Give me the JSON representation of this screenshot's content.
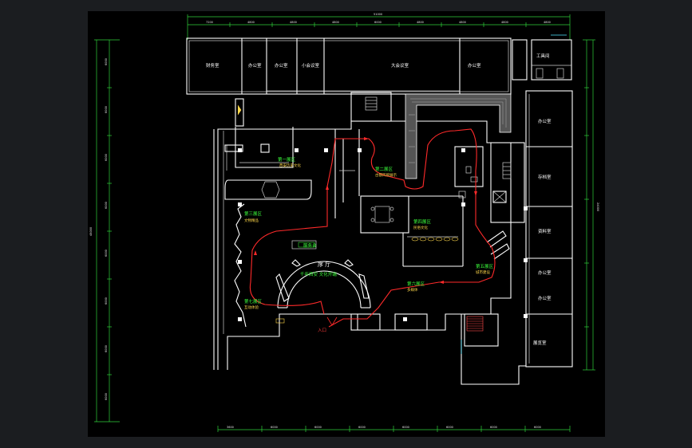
{
  "rooms": [
    {
      "id": "r1",
      "text": "财务室"
    },
    {
      "id": "r2",
      "text": "办公室"
    },
    {
      "id": "r3",
      "text": "办公室"
    },
    {
      "id": "r4",
      "text": "小会议室"
    },
    {
      "id": "r5",
      "text": "大会议室"
    },
    {
      "id": "r6",
      "text": "办公室"
    },
    {
      "id": "r7",
      "text": "工具间"
    },
    {
      "id": "r8",
      "text": "办公室"
    },
    {
      "id": "r9",
      "text": "存档室"
    },
    {
      "id": "r10",
      "text": "资料室"
    },
    {
      "id": "r11",
      "text": "办公室"
    },
    {
      "id": "r12",
      "text": "办公室"
    },
    {
      "id": "r13",
      "text": "展览室"
    }
  ],
  "hall": {
    "title": "序 厅",
    "subtitle": "千年西安  文化开端",
    "desk": "服务台"
  },
  "sections": [
    {
      "id": "s1",
      "title": "第一展区",
      "desc": "西安历史文化"
    },
    {
      "id": "s2",
      "title": "第二展区",
      "desc": "古都风貌展示"
    },
    {
      "id": "s3",
      "title": "第三展区",
      "desc": "文物精品"
    },
    {
      "id": "s4",
      "title": "第四展区",
      "desc": "民俗文化"
    },
    {
      "id": "s5",
      "title": "第五展区",
      "desc": "城市建设"
    },
    {
      "id": "s6",
      "title": "第六展区",
      "desc": "多媒体"
    },
    {
      "id": "s7",
      "title": "第七展区",
      "desc": "互动体验"
    }
  ],
  "entrance_label": "入口",
  "top_total_dim": "51000",
  "top_dims": [
    "7200",
    "4800",
    "4800",
    "4800",
    "6000",
    "4800",
    "4800",
    "4800",
    "4800"
  ],
  "bottom_dims": [
    "3600",
    "6000",
    "6000",
    "6000",
    "6000",
    "6000",
    "6000",
    "6000"
  ],
  "left_total_dim": "48000",
  "left_dims": [
    "6000",
    "6000",
    "6000",
    "6000",
    "6000",
    "6000",
    "6000",
    "6000"
  ],
  "right_dim": "24000"
}
